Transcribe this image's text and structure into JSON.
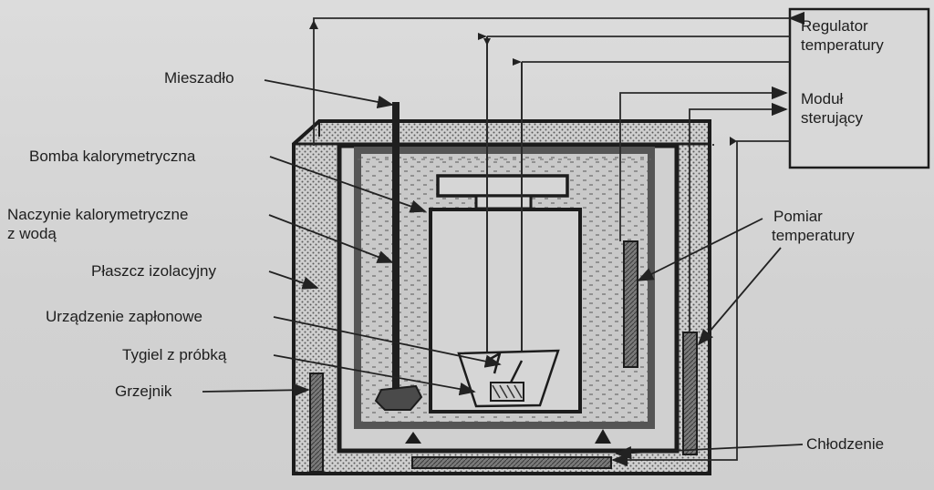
{
  "labels": {
    "mieszadlo": "Mieszadło",
    "bomba": "Bomba kalorymetryczna",
    "naczynie_line1": "Naczynie kalorymetryczne",
    "naczynie_line2": "z wodą",
    "plaszcz": "Płaszcz izolacyjny",
    "urzadzenie": "Urządzenie zapłonowe",
    "tygiel": "Tygiel z próbką",
    "grzejnik": "Grzejnik",
    "pomiar_line1": "Pomiar",
    "pomiar_line2": "temperatury",
    "chlodzenie": "Chłodzenie"
  },
  "control_box": {
    "regulator_line1": "Regulator",
    "regulator_line2": "temperatury",
    "modul_line1": "Moduł",
    "modul_line2": "sterujący"
  }
}
